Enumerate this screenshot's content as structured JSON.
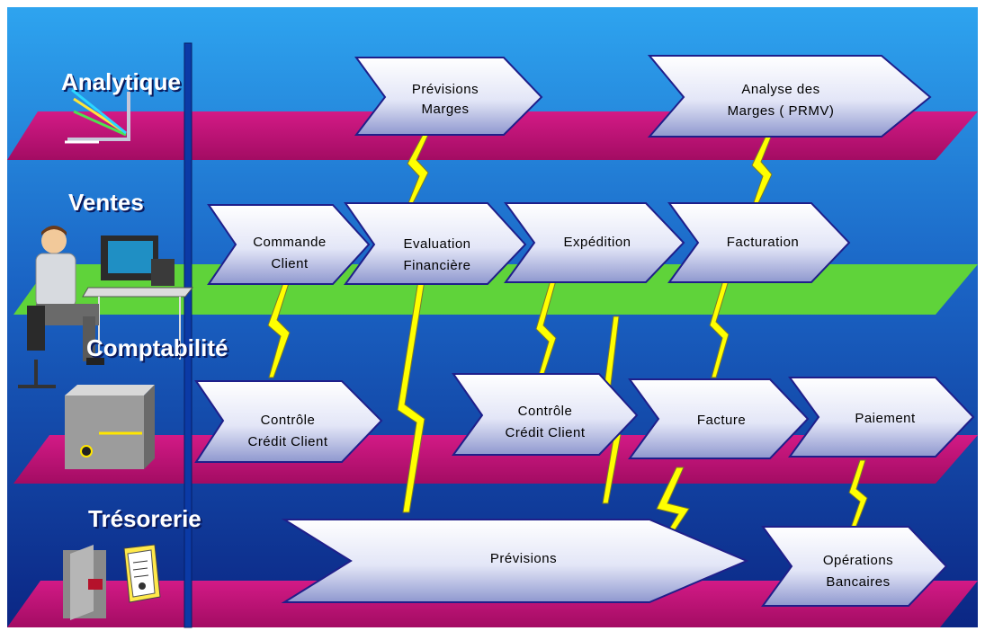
{
  "colors": {
    "background_top": "#2a9de8",
    "background_bottom": "#0b2a8a",
    "plane_magenta": "#c8137a",
    "plane_green": "#5fd33a",
    "arrow_light": "#ffffff",
    "arrow_dark": "#9aa3d6",
    "arrow_edge": "#2a2a8a",
    "lightning": "#ffff00",
    "timeline_bar": "#0b3aa6"
  },
  "levels": [
    {
      "label": "Analytique",
      "icon": "chart-icon"
    },
    {
      "label": "Ventes",
      "icon": "operator-computer-icon"
    },
    {
      "label": "Comptabilité",
      "icon": "server-tower-icon"
    },
    {
      "label": "Trésorerie",
      "icon": "safe-document-icon"
    }
  ],
  "processes": {
    "analytique": [
      {
        "id": "previsions-marges",
        "lines": [
          "Prévisions",
          "Marges"
        ]
      },
      {
        "id": "analyse-marges",
        "lines": [
          "Analyse des",
          "Marges ( PRMV)"
        ]
      }
    ],
    "ventes": [
      {
        "id": "commande-client",
        "lines": [
          "Commande",
          "Client"
        ]
      },
      {
        "id": "evaluation-financiere",
        "lines": [
          "Evaluation",
          "Financière"
        ]
      },
      {
        "id": "expedition",
        "lines": [
          "Expédition"
        ]
      },
      {
        "id": "facturation",
        "lines": [
          "Facturation"
        ]
      }
    ],
    "comptabilite": [
      {
        "id": "controle-credit-client-1",
        "lines": [
          "Contrôle",
          "Crédit Client"
        ]
      },
      {
        "id": "controle-credit-client-2",
        "lines": [
          "Contrôle",
          "Crédit Client"
        ]
      },
      {
        "id": "facture",
        "lines": [
          "Facture"
        ]
      },
      {
        "id": "paiement",
        "lines": [
          "Paiement"
        ]
      }
    ],
    "tresorerie": [
      {
        "id": "previsions",
        "lines": [
          "Prévisions"
        ]
      },
      {
        "id": "operations-bancaires",
        "lines": [
          "Opérations",
          "Bancaires"
        ]
      }
    ]
  },
  "links": [
    {
      "from": "evaluation-financiere",
      "to": "previsions-marges"
    },
    {
      "from": "facturation",
      "to": "analyse-marges"
    },
    {
      "from": "commande-client",
      "to": "controle-credit-client-1"
    },
    {
      "from": "evaluation-financiere",
      "to": "previsions"
    },
    {
      "from": "expedition",
      "to": "controle-credit-client-2"
    },
    {
      "from": "expedition",
      "to": "previsions"
    },
    {
      "from": "facturation",
      "to": "facture"
    },
    {
      "from": "facture",
      "to": "previsions"
    },
    {
      "from": "paiement",
      "to": "operations-bancaires"
    }
  ]
}
